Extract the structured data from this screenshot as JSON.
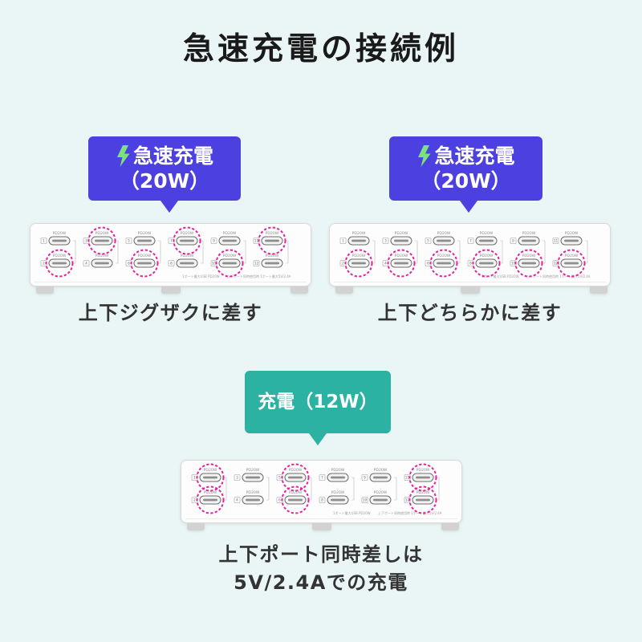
{
  "title": "急速充電の接続例",
  "colors": {
    "background": "#eaf6f6",
    "title_text": "#1a1a1a",
    "caption_text": "#333333",
    "fast_charge_callout": "#4d40e0",
    "charge_callout": "#2cb2a3",
    "callout_text": "#ffffff",
    "lightning_icon": "#7ee27c",
    "in_use_circle": "#e3229e",
    "device_body": "#fdfdfd"
  },
  "examples": [
    {
      "callout": {
        "icon": "lightning-bolt-icon",
        "label": "急速充電",
        "wattage": "（20W）"
      },
      "device": {
        "port_label": "PD20W",
        "top_port_numbers": [
          "1",
          "3",
          "5",
          "7",
          "9",
          "11"
        ],
        "bottom_port_numbers": [
          "2",
          "4",
          "6",
          "8",
          "10",
          "12"
        ],
        "top_ports_in_use": [
          false,
          true,
          false,
          true,
          false,
          true
        ],
        "bottom_ports_in_use": [
          true,
          false,
          true,
          false,
          true,
          false
        ],
        "spec_text": [
          "1ポート最大USB PD20W",
          "上下ポート同時使用時 1ポート最大5V/2.4A"
        ]
      },
      "caption": [
        "上下ジグザクに差す"
      ]
    },
    {
      "callout": {
        "icon": "lightning-bolt-icon",
        "label": "急速充電",
        "wattage": "（20W）"
      },
      "device": {
        "port_label": "PD20W",
        "top_port_numbers": [
          "1",
          "3",
          "5",
          "7",
          "9",
          "11"
        ],
        "bottom_port_numbers": [
          "2",
          "4",
          "6",
          "8",
          "10",
          "12"
        ],
        "top_ports_in_use": [
          false,
          false,
          false,
          false,
          false,
          false
        ],
        "bottom_ports_in_use": [
          true,
          true,
          true,
          true,
          true,
          true
        ],
        "spec_text": [
          "1ポート最大USB PD20W",
          "上下ポート同時使用時 1ポート最大5V/2.4A"
        ]
      },
      "caption": [
        "上下どちらかに差す"
      ]
    },
    {
      "callout": {
        "label": "充電",
        "wattage": "（12W）"
      },
      "device": {
        "port_label": "PD20W",
        "top_port_numbers": [
          "1",
          "3",
          "5",
          "7",
          "9",
          "11"
        ],
        "bottom_port_numbers": [
          "2",
          "4",
          "6",
          "8",
          "10",
          "12"
        ],
        "top_ports_in_use": [
          true,
          false,
          true,
          false,
          false,
          true
        ],
        "bottom_ports_in_use": [
          true,
          false,
          true,
          false,
          false,
          true
        ],
        "spec_text": [
          "1ポート最大USB PD20W",
          "上下ポート同時使用時 1ポート最大5V/2.4A"
        ]
      },
      "caption": [
        "上下ポート同時差しは",
        "5V/2.4Aでの充電"
      ]
    }
  ]
}
